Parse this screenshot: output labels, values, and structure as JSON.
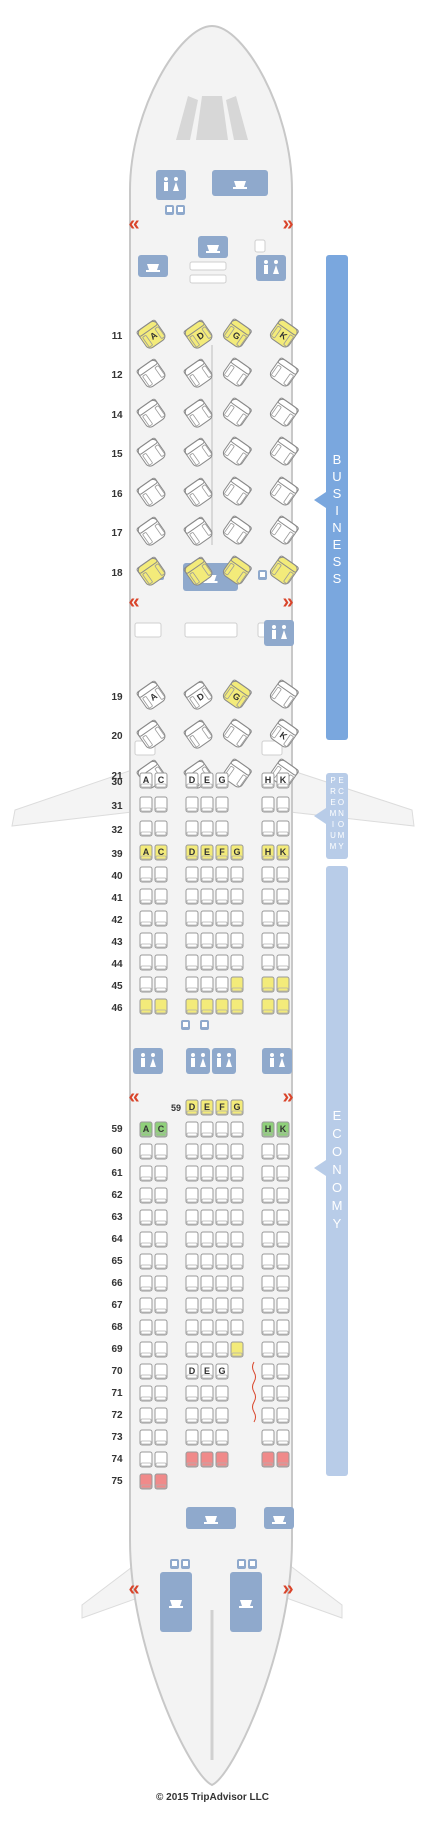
{
  "copyright": "© 2015 TripAdvisor LLC",
  "colors": {
    "fuselage": "#f3f3f3",
    "outline": "#c8c8c8",
    "facility": "#8fa9cc",
    "band_business": "#7aa7de",
    "band_premium": "#b8cce8",
    "band_economy": "#b8cce8",
    "yellow": "#f3eb7a",
    "green": "#8fd07a",
    "red": "#f08a8a",
    "seat_white": "#ffffff",
    "exit_arrow": "#d9442a"
  },
  "cabins": [
    {
      "name": "BUSINESS",
      "label_letters": [
        "B",
        "U",
        "S",
        "I",
        "N",
        "E",
        "S",
        "S"
      ]
    },
    {
      "name": "PREMIUM ECONOMY",
      "label_letters": [
        "P",
        "R",
        "E",
        "M",
        "I",
        "U",
        "M"
      ],
      "label_letters_2": [
        "E",
        "C",
        "O",
        "N",
        "O",
        "M",
        "Y"
      ]
    },
    {
      "name": "ECONOMY",
      "label_letters": [
        "E",
        "C",
        "O",
        "N",
        "O",
        "M",
        "Y"
      ]
    }
  ],
  "business": {
    "rows": [
      {
        "row": "11",
        "highlight": "yellow",
        "labels": {
          "A": "A",
          "D": "D",
          "G": "G",
          "K": "K"
        }
      },
      {
        "row": "12"
      },
      {
        "row": "14"
      },
      {
        "row": "15"
      },
      {
        "row": "16"
      },
      {
        "row": "17"
      },
      {
        "row": "18",
        "highlight": "yellow"
      },
      {
        "row": "19",
        "labels": {
          "A": "A",
          "D": "D",
          "G": "G"
        },
        "g_yellow": true
      },
      {
        "row": "20",
        "labels": {
          "K": "K"
        }
      },
      {
        "row": "21"
      }
    ]
  },
  "premium": {
    "header": {
      "left": [
        "A",
        "C"
      ],
      "mid": [
        "D",
        "E",
        "G"
      ],
      "right": [
        "H",
        "K"
      ]
    },
    "rows": [
      "30",
      "31",
      "32"
    ]
  },
  "economy1": {
    "header": {
      "left": [
        "A",
        "C"
      ],
      "mid": [
        "D",
        "E",
        "F",
        "G"
      ],
      "right": [
        "H",
        "K"
      ]
    },
    "rows": [
      "39",
      "40",
      "41",
      "42",
      "43",
      "44",
      "45",
      "46"
    ]
  },
  "economy2": {
    "header_row": "59",
    "header": {
      "left": [
        "A",
        "C"
      ],
      "mid": [
        "D",
        "E",
        "F",
        "G"
      ],
      "right": [
        "H",
        "K"
      ]
    },
    "rows": [
      "59",
      "60",
      "61",
      "62",
      "63",
      "64",
      "65",
      "66",
      "67",
      "68",
      "69",
      "70",
      "71",
      "72",
      "73",
      "74",
      "75"
    ],
    "row70_mid": [
      "D",
      "E",
      "G"
    ]
  }
}
